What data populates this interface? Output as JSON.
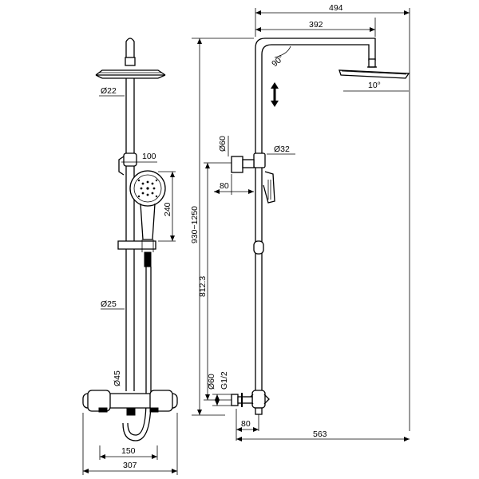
{
  "dimensions": {
    "head_width": "494",
    "arm_length": "392",
    "arm_angle": "90°",
    "head_tilt": "10°",
    "riser_dia_top": "Ø22",
    "holder_width": "100",
    "handshower_len": "240",
    "height_range": "930~1250",
    "holder_dia": "Ø60",
    "riser_dia_32": "Ø32",
    "holder_depth": "80",
    "height_812": "812.3",
    "riser_dia_25": "Ø25",
    "body_dia_45": "Ø45",
    "inlet_dia_60": "Ø60",
    "inlet_thread": "G1/2",
    "inlet_depth": "80",
    "centre_distance": "150",
    "mixer_width": "307",
    "total_depth": "563"
  }
}
